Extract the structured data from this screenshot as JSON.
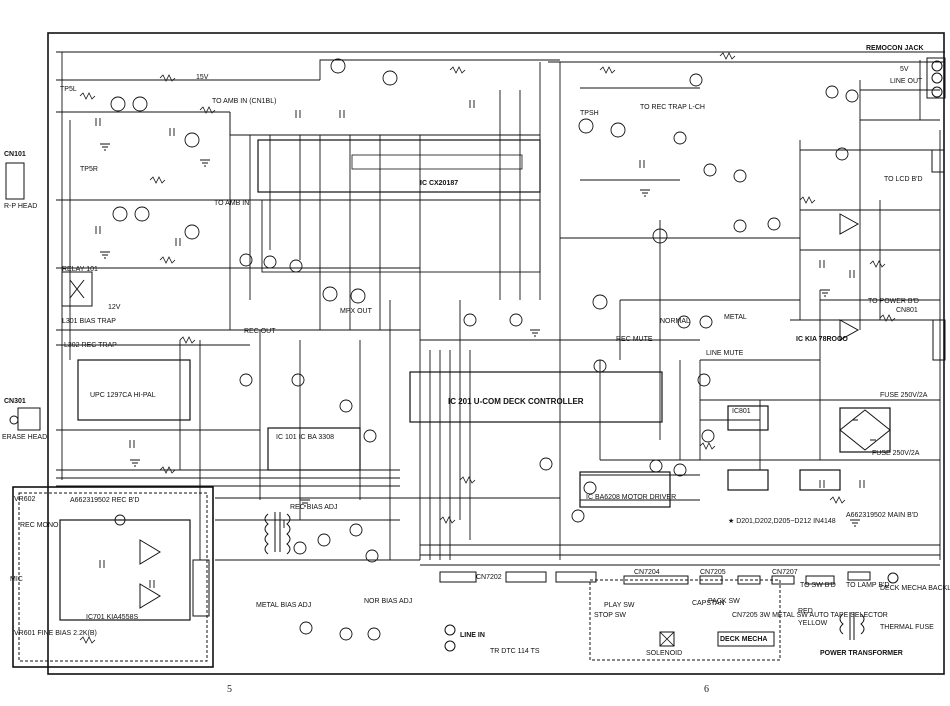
{
  "pages": {
    "left": "5",
    "right": "6"
  },
  "connectors": {
    "cn101": "CN101",
    "rp_head": "R-P HEAD",
    "cn301": "CN301",
    "erase_head": "ERASE HEAD",
    "remocon_jack": "REMOCON JACK",
    "line_out": "LINE OUT",
    "to_lcd": "TO LCD B'D",
    "to_power": "TO POWER B'D",
    "cn801": "CN801",
    "deck_mecha_backlighting": "DECK MECHA BACKLIGHTING",
    "line_in": "LINE IN",
    "cn7202": "CN7202",
    "cn7205": "CN7205",
    "cn7204": "CN7204",
    "cn7207": "CN7207"
  },
  "ics": {
    "ic_ch": "IC CX20187",
    "ic301": "UPC 1297CA HI-PAL",
    "ic101": "IC 101 IC BA 3308",
    "ic201": "IC 201 U-COM DECK CONTROLLER",
    "ic_kia": "IC KIA 78ROOO",
    "ic801": "IC801",
    "motor_driver": "IC BA6208 MOTOR DRIVER",
    "ic7": "IC701 KIA4558S"
  },
  "labels": {
    "relay101": "RELAY 101",
    "l301_bias_trap": "L301 BIAS TRAP",
    "l302_rec_trap": "L302 REC TRAP",
    "tpsl": "TP5L",
    "tpsr": "TP5R",
    "tpsh": "TPSH",
    "rec_out": "REC OUT",
    "rec_mute": "REC MUTE",
    "line_mute": "LINE MUTE",
    "metal_norm": "METAL",
    "normal": "NORMAL",
    "mpx_out": "MPX OUT",
    "to_amb_in_l": "TO AMB IN (CN1BL)",
    "to_amb_in_r": "TO AMB IN",
    "to_rec_trap": "TO REC TRAP L-CH",
    "rec_bias_adj": "REC BIAS ADJ",
    "metal_bias_adj": "METAL BIAS ADJ",
    "nor_bias_adj": "NOR BIAS ADJ",
    "main_bd": "A662319502 MAIN B'D",
    "rec_bd": "A662319502 REC B'D",
    "deck_mecha": "DECK MECHA",
    "capstan": "CAPSTAN",
    "power_transformer": "POWER TRANSFORMER",
    "thermal_fuse": "THERMAL FUSE",
    "fuse1": "FUSE 250V/2A",
    "fuse2": "FUSE 250V/2A",
    "solenoid": "SOLENOID",
    "auto_tape_selector": "CN7205 3W METAL SW AUTO TAPE SELECTOR",
    "pack_sw": "PACK SW",
    "play_sw": "PLAY SW",
    "stop_sw": "STOP SW",
    "to_sw_bd": "TO SW B'D",
    "to_lamp_bd": "TO LAMP B'D",
    "rec_mono": "REC MONO",
    "mic": "MIC",
    "vr601_fine_bias": "VR601 FINE BIAS 2.2K(B)",
    "vr602": "VR602",
    "tr_dtc_ts": "TR DTC 114 TS",
    "diodes_note": "★ D201,D202,D205~D212 IN4148",
    "cn_deck": "CN7204",
    "yellow": "YELLOW",
    "red": "RED",
    "voltage_15v": "15V",
    "voltage_12v": "12V",
    "voltage_5v": "5V"
  },
  "colors": {
    "ink": "#111111",
    "paper": "#ffffff"
  }
}
